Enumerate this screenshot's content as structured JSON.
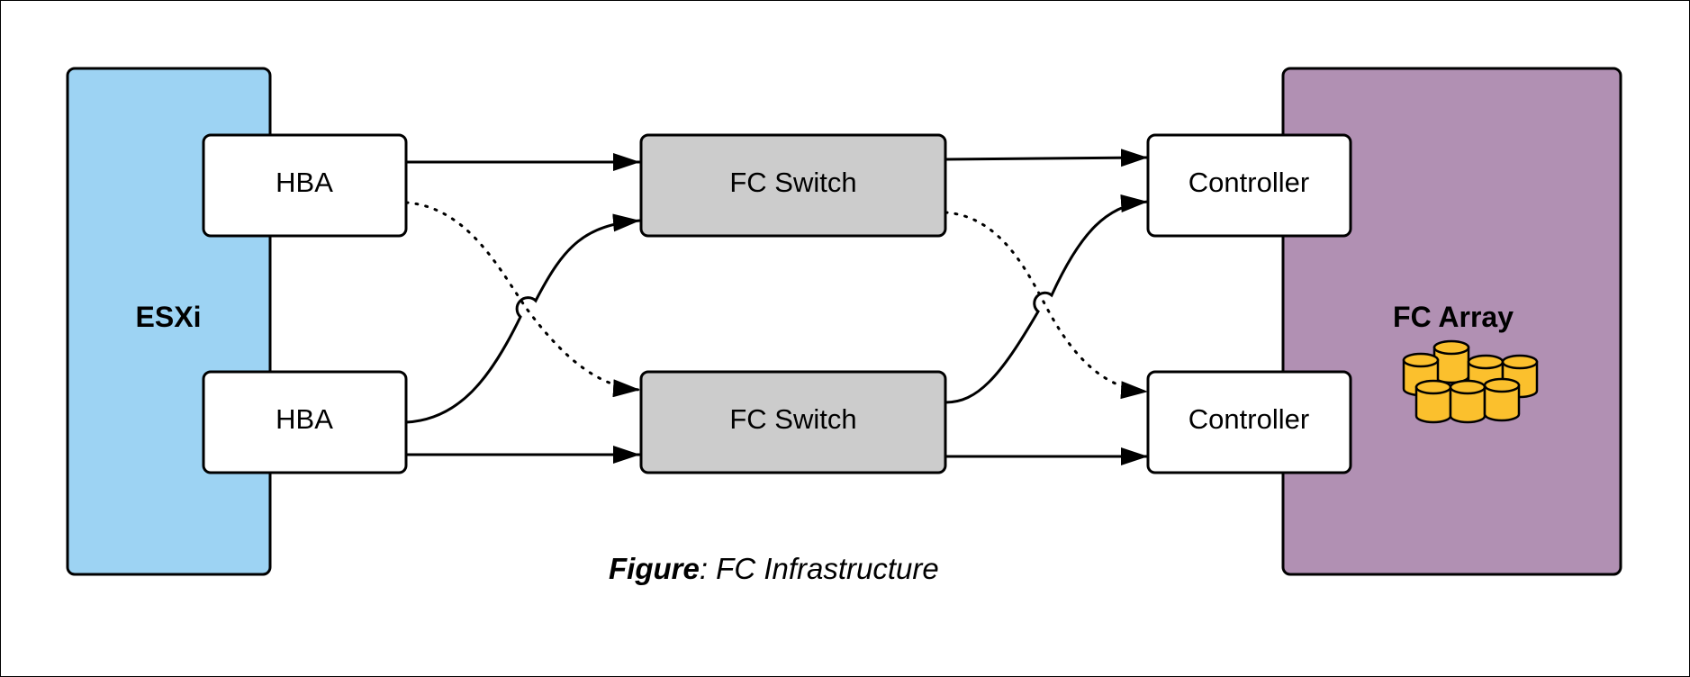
{
  "diagram": {
    "esxi": {
      "label": "ESXi",
      "color": "#9dd3f3"
    },
    "fc_array": {
      "label": "FC Array",
      "color": "#b190b3",
      "label_color": "#ffffff"
    },
    "hba_top": {
      "label": "HBA"
    },
    "hba_bottom": {
      "label": "HBA"
    },
    "switch_top": {
      "label": "FC Switch",
      "color": "#cccccc"
    },
    "switch_bottom": {
      "label": "FC Switch",
      "color": "#cccccc"
    },
    "controller_top": {
      "label": "Controller"
    },
    "controller_bottom": {
      "label": "Controller"
    },
    "disk_icon": {
      "name": "storage-disks-icon",
      "color": "#fbc02d"
    },
    "caption": {
      "bold": "Figure",
      "rest": ": FC Infrastructure"
    }
  }
}
